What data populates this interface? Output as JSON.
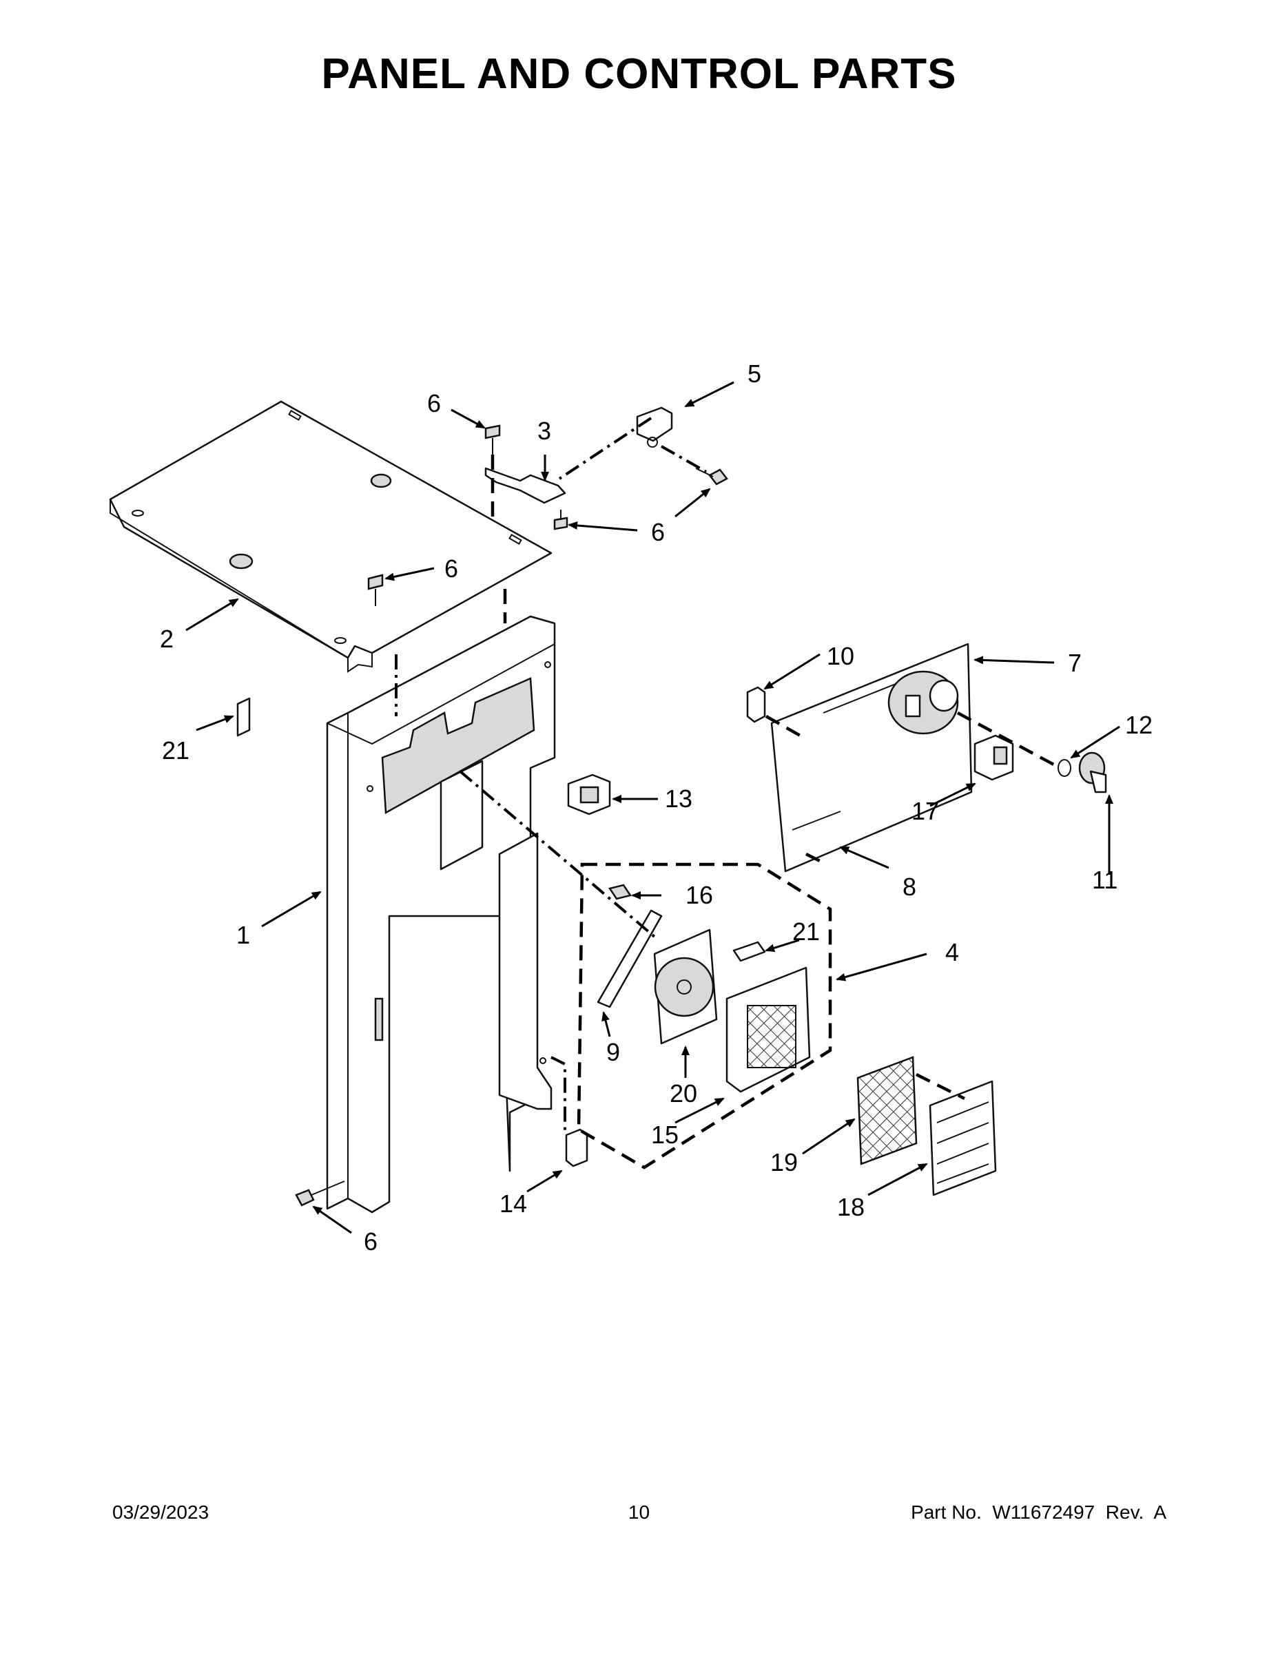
{
  "title": "PANEL AND CONTROL PARTS",
  "callouts": [
    {
      "id": "c1",
      "label": "1"
    },
    {
      "id": "c2",
      "label": "2"
    },
    {
      "id": "c3",
      "label": "3"
    },
    {
      "id": "c4",
      "label": "4"
    },
    {
      "id": "c5",
      "label": "5"
    },
    {
      "id": "c6a",
      "label": "6"
    },
    {
      "id": "c6b",
      "label": "6"
    },
    {
      "id": "c6c",
      "label": "6"
    },
    {
      "id": "c6d",
      "label": "6"
    },
    {
      "id": "c7",
      "label": "7"
    },
    {
      "id": "c8",
      "label": "8"
    },
    {
      "id": "c9",
      "label": "9"
    },
    {
      "id": "c10",
      "label": "10"
    },
    {
      "id": "c11",
      "label": "11"
    },
    {
      "id": "c12",
      "label": "12"
    },
    {
      "id": "c13",
      "label": "13"
    },
    {
      "id": "c14",
      "label": "14"
    },
    {
      "id": "c15",
      "label": "15"
    },
    {
      "id": "c16",
      "label": "16"
    },
    {
      "id": "c17",
      "label": "17"
    },
    {
      "id": "c18",
      "label": "18"
    },
    {
      "id": "c19",
      "label": "19"
    },
    {
      "id": "c20",
      "label": "20"
    },
    {
      "id": "c21a",
      "label": "21"
    },
    {
      "id": "c21b",
      "label": "21"
    }
  ],
  "footer": {
    "date": "03/29/2023",
    "page": "10",
    "part_no": "Part No.  W11672497  Rev.  A"
  }
}
